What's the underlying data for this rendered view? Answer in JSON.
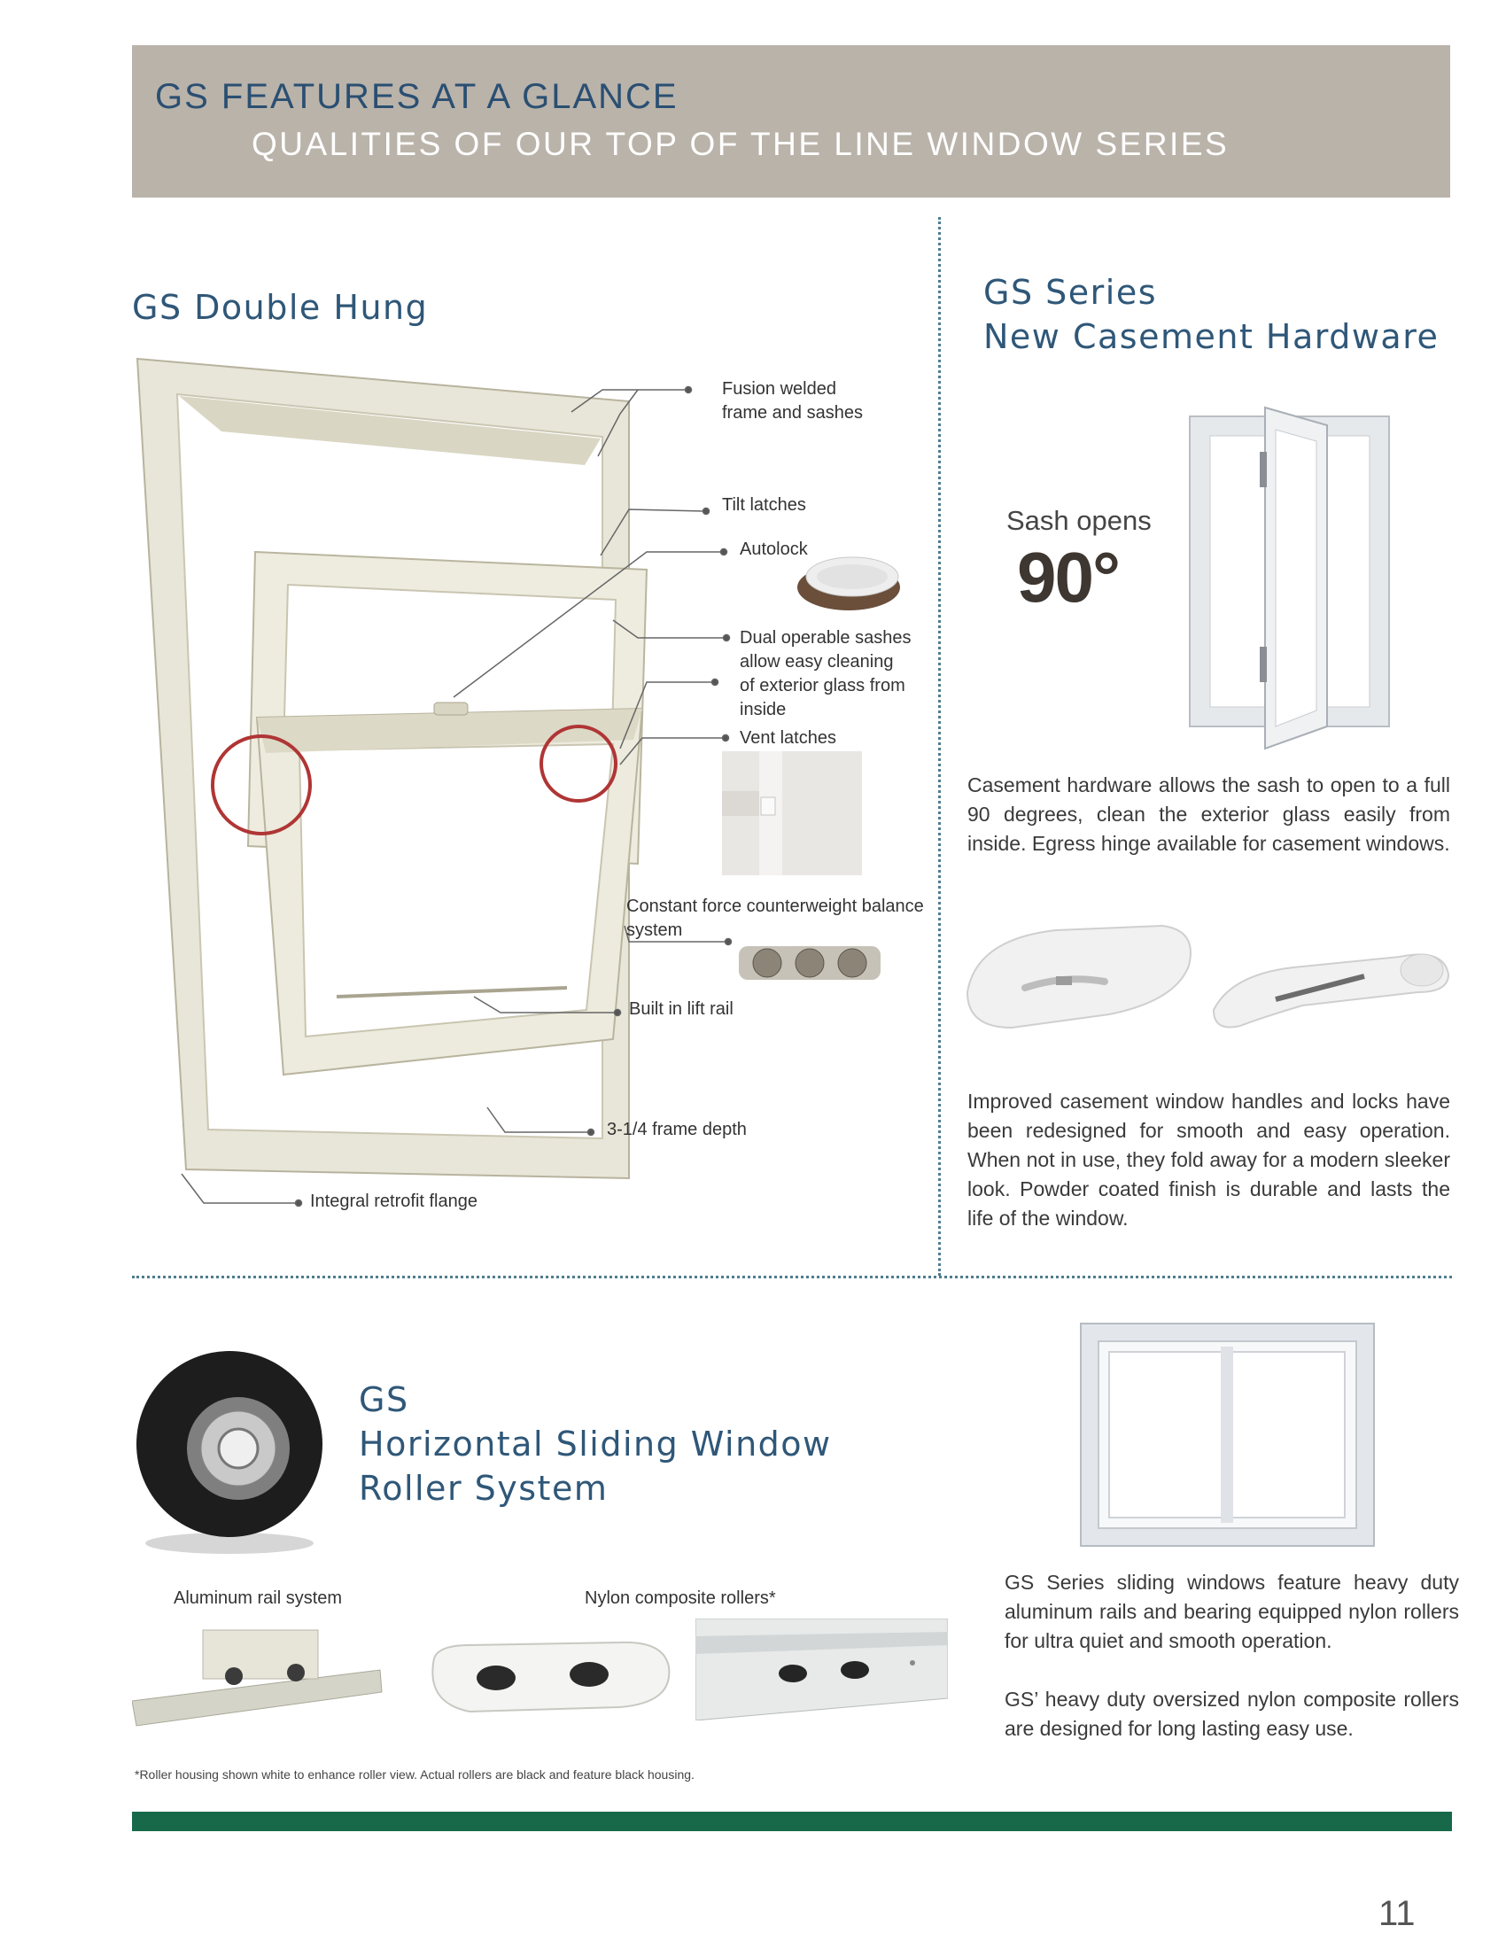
{
  "header": {
    "title": "GS FEATURES AT A GLANCE",
    "subtitle": "QUALITIES OF OUR TOP OF THE LINE WINDOW SERIES"
  },
  "double_hung": {
    "title": "GS Double Hung",
    "callouts": {
      "fusion": "Fusion welded\nframe and sashes",
      "tilt": "Tilt latches",
      "autolock": "Autolock",
      "dual": "Dual operable sashes\nallow easy cleaning\nof exterior glass from\ninside",
      "vent": "Vent latches",
      "balance": "Constant force counterweight balance\nsystem",
      "lift": "Built in lift rail",
      "depth": "3-1/4 frame depth",
      "flange": "Integral retrofit flange"
    }
  },
  "casement": {
    "title_line1": "GS Series",
    "title_line2": "New Casement Hardware",
    "sash_opens": "Sash opens",
    "degrees": "90°",
    "paragraph1": "Casement hardware allows the sash to open to a full 90 degrees, clean the exterior glass easily from inside. Egress hinge available for casement windows.",
    "paragraph2": "Improved casement window handles and locks have been redesigned for smooth and easy operation. When not in use, they fold away for a modern sleeker look. Powder coated finish is durable and lasts the life of the window."
  },
  "sliding": {
    "title_line1": "GS",
    "title_line2": "Horizontal Sliding Window",
    "title_line3": "Roller System",
    "label_rail": "Aluminum rail system",
    "label_rollers": "Nylon composite rollers*",
    "paragraph1": "GS Series sliding windows feature heavy duty aluminum rails and bearing equipped nylon rollers for ultra quiet and smooth operation.",
    "paragraph2": "GS’ heavy duty oversized nylon composite rollers are designed for long lasting easy use.",
    "footnote": "*Roller housing shown white to enhance roller view. Actual rollers are black and feature black housing."
  },
  "page_number": "11",
  "colors": {
    "header_band": "#bab3aa",
    "heading_blue": "#2f5778",
    "divider": "#4e7d8f",
    "footer_green": "#17694a"
  }
}
